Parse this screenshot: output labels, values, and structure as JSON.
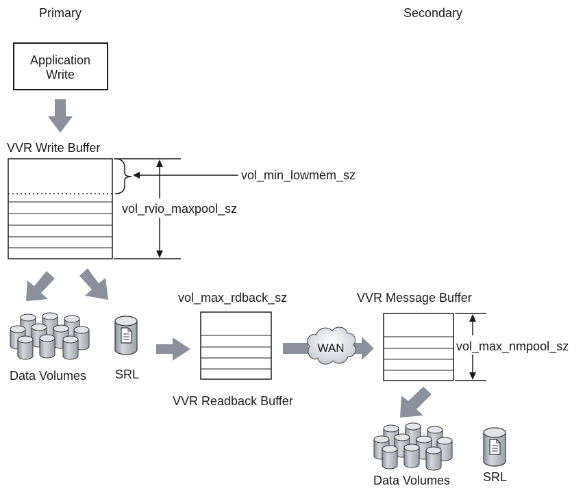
{
  "headers": {
    "primary": "Primary",
    "secondary": "Secondary"
  },
  "app_write": {
    "line1": "Application",
    "line2": "Write"
  },
  "write_buffer": {
    "title": "VVR Write Buffer",
    "min_lowmem_label": "vol_min_lowmem_sz",
    "maxpool_label": "vol_rvio_maxpool_sz"
  },
  "primary_storage": {
    "data_volumes": "Data Volumes",
    "srl": "SRL"
  },
  "readback_buffer": {
    "param_label": "vol_max_rdback_sz",
    "title": "VVR Readback Buffer"
  },
  "network": {
    "wan": "WAN"
  },
  "message_buffer": {
    "title": "VVR Message Buffer",
    "param_label": "vol_max_nmpool_sz"
  },
  "secondary_storage": {
    "data_volumes": "Data Volumes",
    "srl": "SRL"
  },
  "colors": {
    "arrow": "#8a909c",
    "cylinder": "#b8bcc3",
    "line": "#1a1a1a"
  }
}
